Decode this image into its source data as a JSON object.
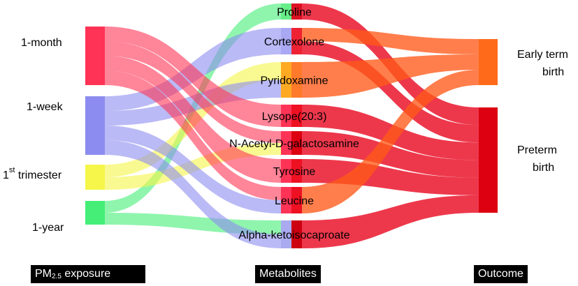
{
  "columns": {
    "exposure": {
      "label_prefix": "PM",
      "label_sub": "2.5",
      "label_suffix": " exposure"
    },
    "metabolites": "Metabolites",
    "outcome": "Outcome"
  },
  "nodes": {
    "exposure": [
      {
        "id": "m1",
        "label": "1-month",
        "color": "#ff3355"
      },
      {
        "id": "w1",
        "label": "1-week",
        "color": "#8c8cf0"
      },
      {
        "id": "t1",
        "label_main": "1",
        "label_sup": "st",
        "label_rest": " trimester",
        "color": "#f5f54a"
      },
      {
        "id": "y1",
        "label": "1-year",
        "color": "#44ee77"
      }
    ],
    "metabolites": [
      {
        "id": "pro",
        "label": "Proline"
      },
      {
        "id": "cor",
        "label": "Cortexolone"
      },
      {
        "id": "pyr",
        "label": "Pyridoxamine"
      },
      {
        "id": "lys",
        "label": "Lysope(20:3)"
      },
      {
        "id": "nac",
        "label": "N-Acetyl-D-galactosamine"
      },
      {
        "id": "tyr",
        "label": "Tyrosine"
      },
      {
        "id": "leu",
        "label": "Leucine"
      },
      {
        "id": "aka",
        "label": "Alpha-ketoisocaproate"
      }
    ],
    "outcome": [
      {
        "id": "early",
        "label_line1": "Early term",
        "label_line2": "birth",
        "color": "#ff6a1a"
      },
      {
        "id": "pre",
        "label_line1": "Preterm",
        "label_line2": "birth",
        "color": "#dd0011"
      }
    ]
  },
  "links_exposure_to_metabolite": [
    {
      "source": "y1",
      "target": "pro"
    },
    {
      "source": "w1",
      "target": "cor"
    },
    {
      "source": "t1",
      "target": "pyr"
    },
    {
      "source": "w1",
      "target": "pyr"
    },
    {
      "source": "m1",
      "target": "lys"
    },
    {
      "source": "m1",
      "target": "nac"
    },
    {
      "source": "t1",
      "target": "nac"
    },
    {
      "source": "m1",
      "target": "tyr"
    },
    {
      "source": "m1",
      "target": "leu"
    },
    {
      "source": "w1",
      "target": "leu"
    },
    {
      "source": "y1",
      "target": "aka"
    },
    {
      "source": "w1",
      "target": "aka"
    }
  ],
  "links_metabolite_to_outcome": [
    {
      "source": "pro",
      "target": "pre"
    },
    {
      "source": "cor",
      "target": "early"
    },
    {
      "source": "cor",
      "target": "pre"
    },
    {
      "source": "pyr",
      "target": "early"
    },
    {
      "source": "lys",
      "target": "pre"
    },
    {
      "source": "nac",
      "target": "pre"
    },
    {
      "source": "tyr",
      "target": "pre"
    },
    {
      "source": "leu",
      "target": "early"
    },
    {
      "source": "aka",
      "target": "pre"
    }
  ]
}
